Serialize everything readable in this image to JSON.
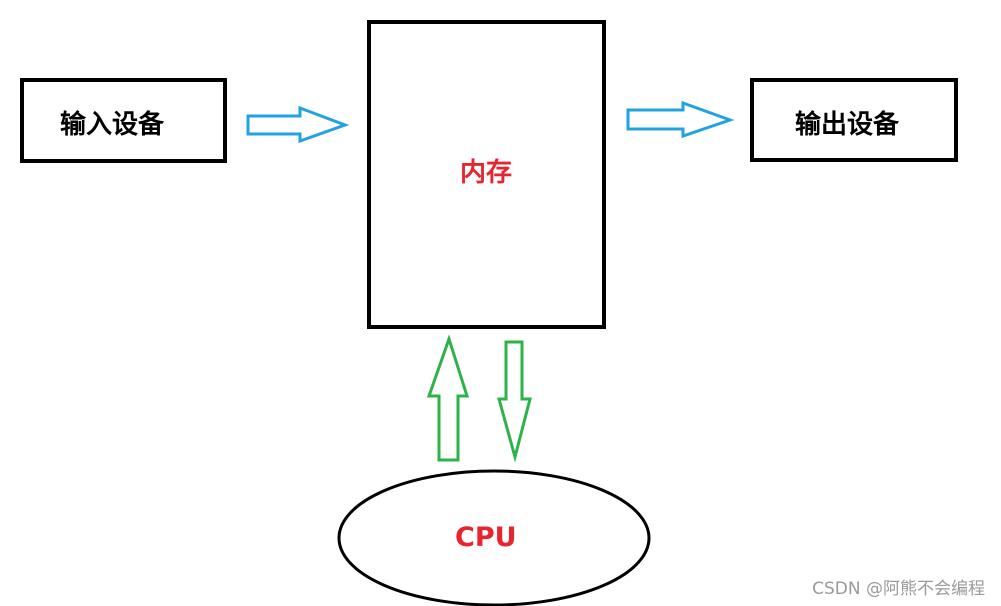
{
  "nodes": {
    "input_device": "输入设备",
    "memory": "内存",
    "output_device": "输出设备",
    "cpu": "CPU"
  },
  "watermark": "CSDN @阿熊不会编程",
  "colors": {
    "box_border": "#000000",
    "memory_label": "#e8242e",
    "cpu_label": "#e8242e",
    "io_arrow": "#22a3e0",
    "cpu_arrow": "#2eb24a",
    "watermark": "#9a9a9a"
  }
}
